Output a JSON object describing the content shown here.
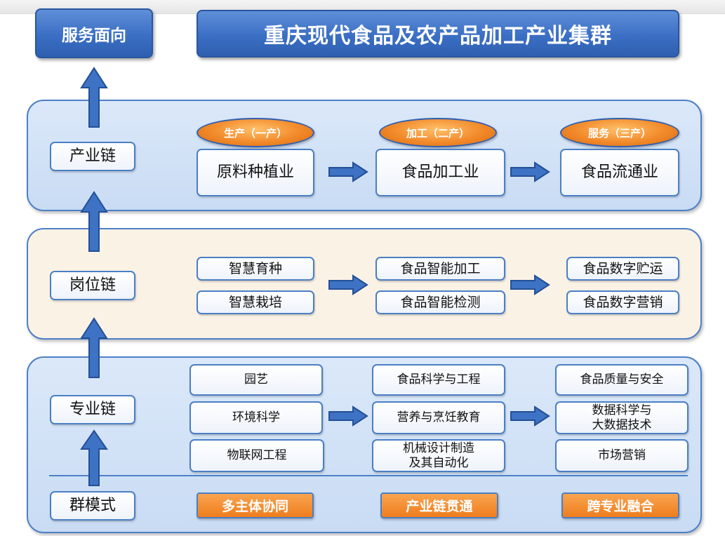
{
  "header": {
    "left": "服务面向",
    "title": "重庆现代食品及农产品加工产业集群"
  },
  "rows": {
    "industry": {
      "label": "产业链",
      "pills": [
        "生产（一产）",
        "加工（二产）",
        "服务（三产）"
      ],
      "boxes": [
        "原料种植业",
        "食品加工业",
        "食品流通业"
      ]
    },
    "post": {
      "label": "岗位链",
      "col1": [
        "智慧育种",
        "智慧栽培"
      ],
      "col2": [
        "食品智能加工",
        "食品智能检测"
      ],
      "col3": [
        "食品数字贮运",
        "食品数字营销"
      ]
    },
    "major": {
      "label": "专业链",
      "col1": [
        "园艺",
        "环境科学",
        "物联网工程"
      ],
      "col2": [
        "食品科学与工程",
        "营养与烹饪教育",
        "机械设计制造\n及其自动化"
      ],
      "col3": [
        "食品质量与安全",
        "数据科学与\n大数据技术",
        "市场营销"
      ]
    },
    "mode": {
      "label": "群模式",
      "buttons": [
        "多主体协同",
        "产业链贯通",
        "跨专业融合"
      ]
    }
  },
  "colors": {
    "blue_header": "#3b6fc4",
    "band_blue": "#c9dcf4",
    "band_cream": "#fbf2e6",
    "orange": "#ef7d1d",
    "arrow_blue": "#3e72c4"
  }
}
